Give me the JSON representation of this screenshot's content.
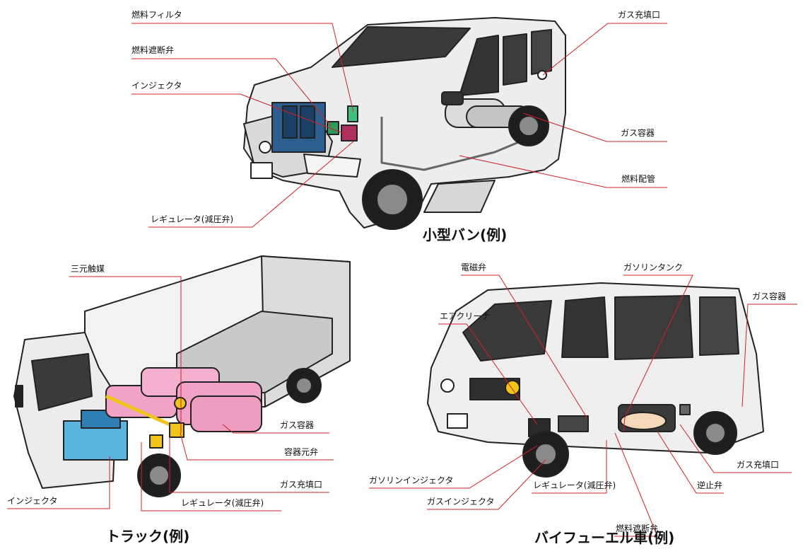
{
  "captions": {
    "van": "小型バン(例)",
    "truck": "トラック(例)",
    "bifuel": "バイフューエル車(例)"
  },
  "van_labels": {
    "fuel_filter": "燃料フィルタ",
    "shutoff_valve": "燃料遮断弁",
    "injector": "インジェクタ",
    "regulator": "レギュレータ(減圧弁)",
    "gas_filler": "ガス充填口",
    "gas_container": "ガス容器",
    "fuel_pipe": "燃料配管"
  },
  "truck_labels": {
    "catalyst": "三元触媒",
    "gas_container": "ガス容器",
    "container_valve": "容器元弁",
    "gas_filler": "ガス充填口",
    "injector": "インジェクタ",
    "regulator": "レギュレータ(減圧弁)"
  },
  "bifuel_labels": {
    "solenoid_valve": "電磁弁",
    "gasoline_tank": "ガソリンタンク",
    "air_cleaner": "エアクリーナ",
    "gas_container": "ガス容器",
    "gas_filler": "ガス充填口",
    "check_valve": "逆止弁",
    "gasoline_injector": "ガソリンインジェクタ",
    "regulator": "レギュレータ(減圧弁)",
    "gas_injector": "ガスインジェクタ",
    "shutoff_valve": "燃料遮断弁"
  },
  "colors": {
    "leader_line": "#d0202a",
    "body": "#eeeeee",
    "outline": "#222222",
    "tank_pink": "#f2a2c6",
    "engine_blue": "#2f7fb5",
    "fuel_yellow": "#f0c418"
  }
}
